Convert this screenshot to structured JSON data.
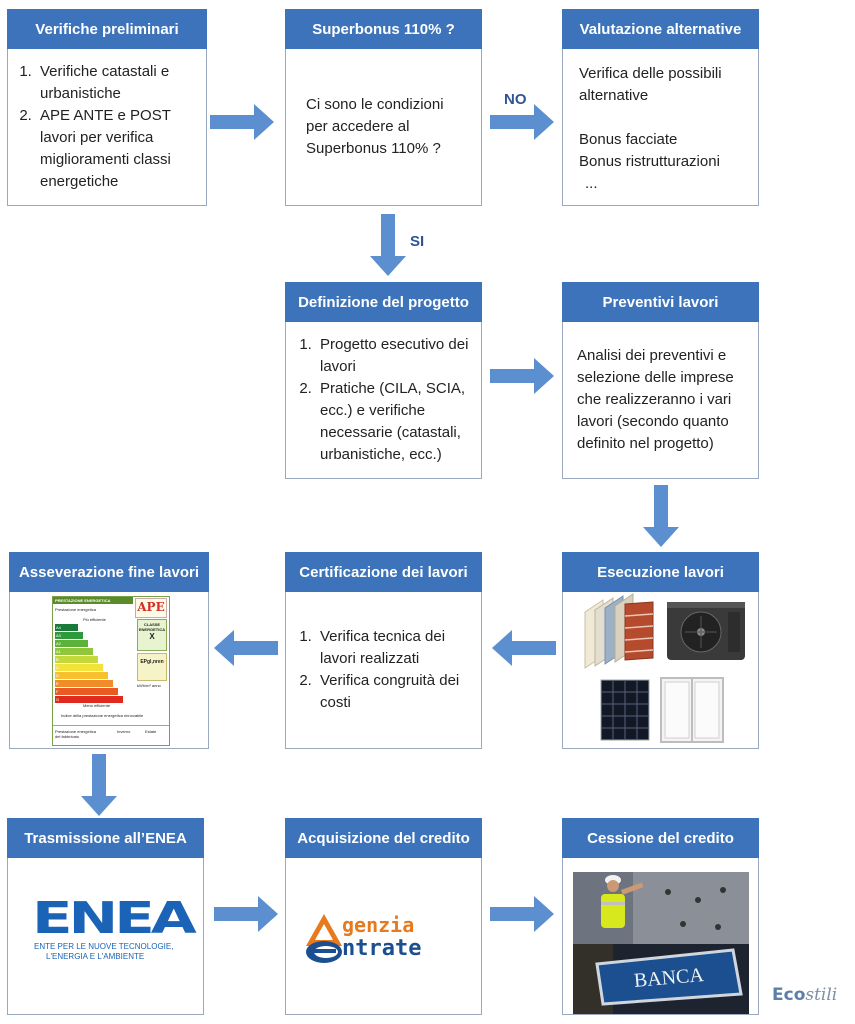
{
  "boxes": {
    "verifiche": {
      "title": "Verifiche preliminari",
      "items": [
        "Verifiche catastali e urbanistiche",
        "APE ANTE e POST lavori per verifica miglioramenti classi energetiche"
      ]
    },
    "superbonus": {
      "title": "Superbonus 110% ?",
      "text": "Ci sono le condizioni per accedere al Superbonus 110% ?"
    },
    "alternative": {
      "title": "Valutazione alternative",
      "line1": "Verifica delle possibili alternative",
      "line2": "Bonus facciate",
      "line3": "Bonus ristrutturazioni",
      "line4": "..."
    },
    "progetto": {
      "title": "Definizione del progetto",
      "items": [
        "Progetto esecutivo dei lavori",
        "Pratiche (CILA, SCIA, ecc.) e verifiche necessarie (catastali, urbanistiche, ecc.)"
      ]
    },
    "preventivi": {
      "title": "Preventivi lavori",
      "text": "Analisi dei preventivi e selezione delle imprese che realizzeranno i vari lavori (secondo quanto definito nel progetto)"
    },
    "esecuzione": {
      "title": "Esecuzione lavori"
    },
    "certificazione": {
      "title": "Certificazione dei lavori",
      "items": [
        "Verifica tecnica dei lavori realizzati",
        "Verifica congruità dei costi"
      ]
    },
    "asseverazione": {
      "title": "Asseverazione fine lavori"
    },
    "enea": {
      "title": "Trasmissione all’ENEA"
    },
    "acquisizione": {
      "title": "Acquisizione del credito"
    },
    "cessione": {
      "title": "Cessione del credito"
    }
  },
  "labels": {
    "no": "NO",
    "si": "SI"
  },
  "ape_card": {
    "header": "PRESTAZIONE ENERGETICA",
    "logo": "APE",
    "sub": "Prestazione energetica",
    "piu": "Più efficiente",
    "meno": "Meno efficiente",
    "classe": "CLASSE ENERGETICA",
    "classe_val": "X",
    "ep": "EPgl,nren",
    "unit": "kWh/m² anno",
    "indice": "Indice della prestazione energetica rinnovabile",
    "bottom_left": "Prestazione energetica del fabbricato",
    "inverno": "Inverno",
    "estate": "Estate",
    "bar_labels": [
      "A4",
      "A3",
      "A2",
      "A1",
      "B",
      "C",
      "D",
      "E",
      "F",
      "G"
    ],
    "bar_colors": [
      "#1a7a3a",
      "#2f9a3c",
      "#5cb23a",
      "#8fc63b",
      "#c3d83a",
      "#f2e23a",
      "#f6c02f",
      "#f28c2a",
      "#ea5a23",
      "#e02a1f"
    ]
  },
  "enea_logo": {
    "word": "ENEA",
    "line1": "ENTE PER LE NUOVE TECNOLOGIE,",
    "line2": "L'ENERGIA E L'AMBIENTE"
  },
  "agenzia_logo": {
    "line1": "genzia",
    "line2": "ntrate"
  },
  "banca_sign": "BANCA",
  "brand": {
    "part1": "Eco",
    "part2": "stili"
  },
  "colors": {
    "header_blue": "#3c73ba",
    "arrow_blue": "#5b8fd0"
  }
}
